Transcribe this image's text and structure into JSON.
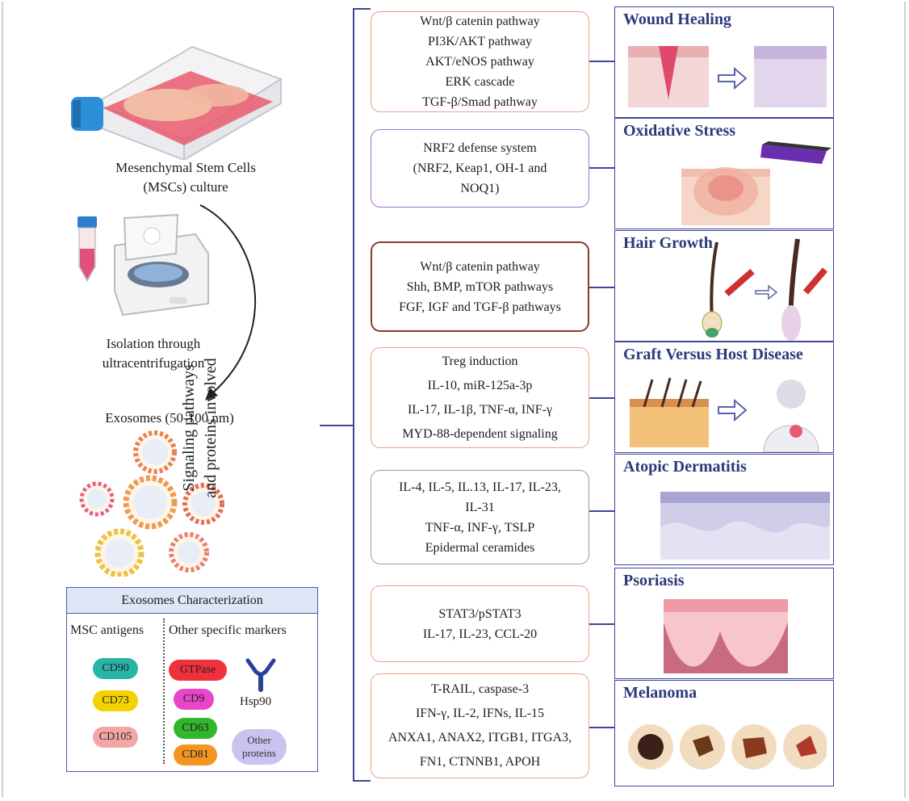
{
  "left": {
    "msc_caption": [
      "Mesenchymal Stem  Cells",
      "(MSCs) culture"
    ],
    "isolation_caption": [
      "Isolation through",
      "ultracentrifugation"
    ],
    "exosomes_caption": "Exosomes (50-100 nm)"
  },
  "characterization": {
    "title": "Exosomes Characterization",
    "col1_header": "MSC antigens",
    "col2_header": "Other specific markers",
    "msc_antigens": [
      {
        "label": "CD90",
        "color": "#27b5a8"
      },
      {
        "label": "CD73",
        "color": "#f2d200"
      },
      {
        "label": "CD105",
        "color": "#f4a5a5"
      }
    ],
    "markers": [
      {
        "label": "GTPase",
        "color": "#f0303a"
      },
      {
        "label": "CD9",
        "color": "#e845c8"
      },
      {
        "label": "CD63",
        "color": "#33b52c"
      },
      {
        "label": "CD81",
        "color": "#f59421"
      }
    ],
    "hsp90_label": "Hsp90",
    "other_proteins": "Other proteins",
    "other_proteins_color": "#c9c3f0"
  },
  "vertical_label": [
    "Signaling pathways",
    "and proteins involved"
  ],
  "pathways": [
    [
      "Wnt/β catenin pathway",
      "PI3K/AKT  pathway",
      "AKT/eNOS pathway",
      "ERK cascade",
      "TGF-β/Smad pathway"
    ],
    [
      "NRF2 defense system",
      "(NRF2, Keap1, OH-1 and",
      "NOQ1)"
    ],
    [
      "Wnt/β catenin pathway",
      "Shh, BMP, mTOR pathways",
      "FGF,  IGF and TGF-β pathways"
    ],
    [
      "Treg induction",
      "IL-10, miR-125a-3p",
      "IL-17, IL-1β, TNF-α, INF-γ",
      "MYD-88-dependent signaling"
    ],
    [
      "IL-4, IL-5, IL.13, IL-17, IL-23,",
      "IL-31",
      "TNF-α, INF-γ, TSLP",
      "Epidermal ceramides"
    ],
    [
      "STAT3/pSTAT3",
      "IL-17, IL-23, CCL-20"
    ],
    [
      "T-RAIL, caspase-3",
      "IFN-γ, IL-2, IFNs, IL-15",
      "ANXA1, ANAX2, ITGB1, ITGA3,",
      "FN1, CTNNB1, APOH"
    ]
  ],
  "diseases": [
    "Wound Healing",
    "Oxidative Stress",
    "Hair Growth",
    "Graft Versus Host Disease",
    "Atopic Dermatitis",
    "Psoriasis",
    "Melanoma"
  ],
  "colors": {
    "connector": "#3d4699",
    "title": "#2c3a7a",
    "box_orange": "#e8a488",
    "box_purple": "#a070d0",
    "box_brown": "#8a3a2a",
    "box_gray": "#9a9a9a"
  }
}
